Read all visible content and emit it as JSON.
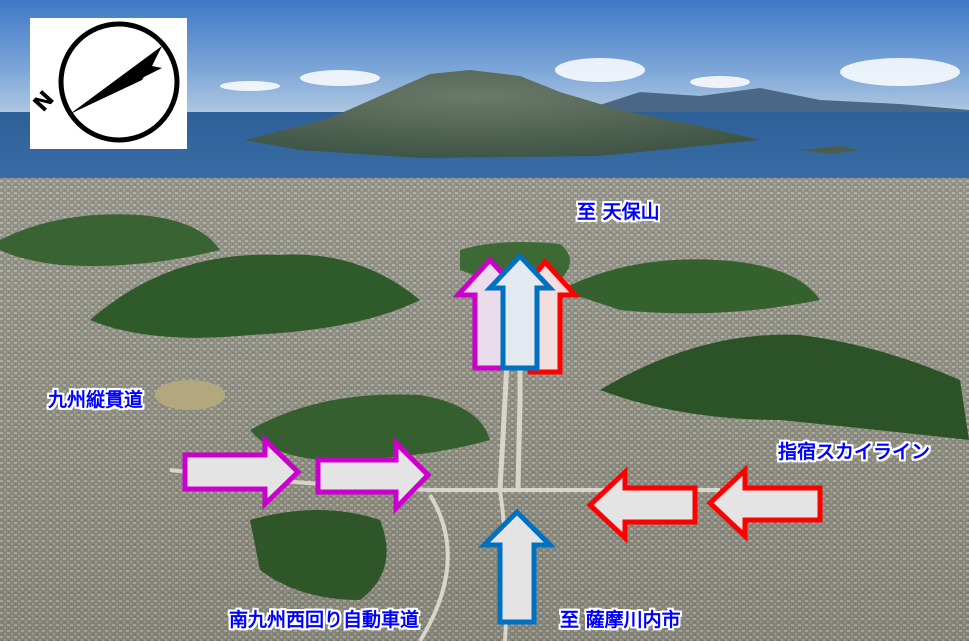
{
  "photo": {
    "subject": "aerial-view-kagoshima-city-sakurajima",
    "colors": {
      "label_text": "#0000FF",
      "label_outline": "#FFFFFF",
      "arrow_purple": "#CC00CC",
      "arrow_red": "#FF0000",
      "arrow_blue": "#0070C0",
      "arrow_fill": "#E6E6E6"
    }
  },
  "labels": {
    "tenpozan": "至 天保山",
    "kyushu_expressway": "九州縦貫道",
    "ibusuki_skyline": "指宿スカイライン",
    "minami_kyushu": "南九州西回り自動車道",
    "satsumasendai": "至 薩摩川内市"
  },
  "compass": {
    "icon": "north-arrow-icon",
    "letter": "N"
  }
}
